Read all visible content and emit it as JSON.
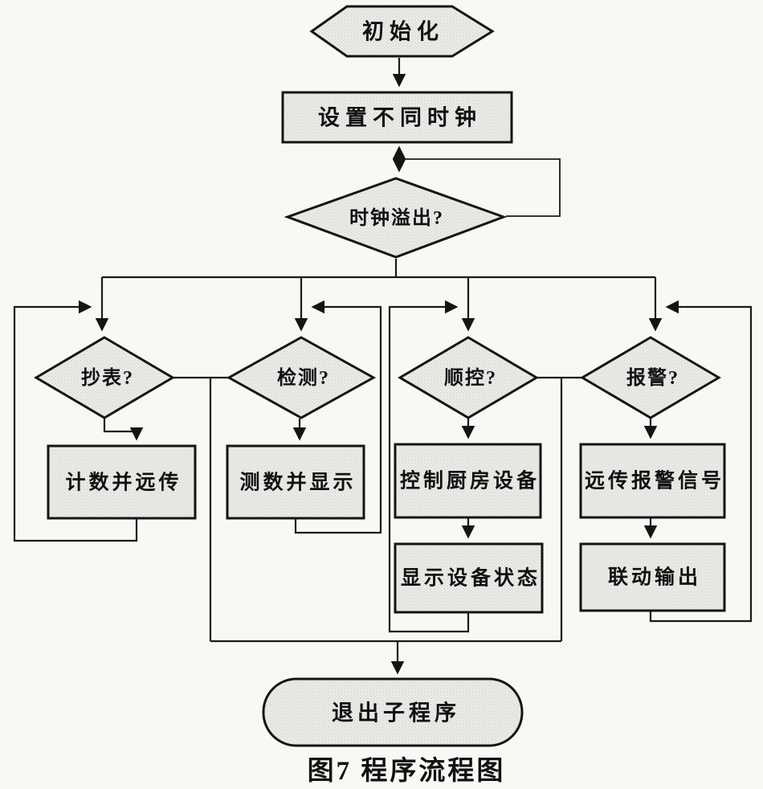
{
  "caption": "图7 程序流程图",
  "nodes": {
    "init": {
      "label": "初始化",
      "type": "preparation"
    },
    "set_clocks": {
      "label": "设置不同时钟",
      "type": "process"
    },
    "clock_overflow": {
      "label": "时钟溢出?",
      "type": "decision"
    },
    "meter_read": {
      "label": "抄表?",
      "type": "decision"
    },
    "detect": {
      "label": "检测?",
      "type": "decision"
    },
    "seq_control": {
      "label": "顺控?",
      "type": "decision"
    },
    "alarm": {
      "label": "报警?",
      "type": "decision"
    },
    "count_transmit": {
      "label": "计数并远传",
      "type": "process"
    },
    "measure_display": {
      "label": "测数并显示",
      "type": "process"
    },
    "control_kitchen": {
      "label": "控制厨房设备",
      "type": "process"
    },
    "remote_alarm": {
      "label": "远传报警信号",
      "type": "process"
    },
    "display_status": {
      "label": "显示设备状态",
      "type": "process"
    },
    "linkage_output": {
      "label": "联动输出",
      "type": "process"
    },
    "exit_sub": {
      "label": "退出子程序",
      "type": "terminator"
    }
  },
  "colors": {
    "shape_fill": "#ececea",
    "shape_dot": "#c9c9c6",
    "stroke": "#141414",
    "background": "#f8f8f5",
    "text": "#111111"
  }
}
